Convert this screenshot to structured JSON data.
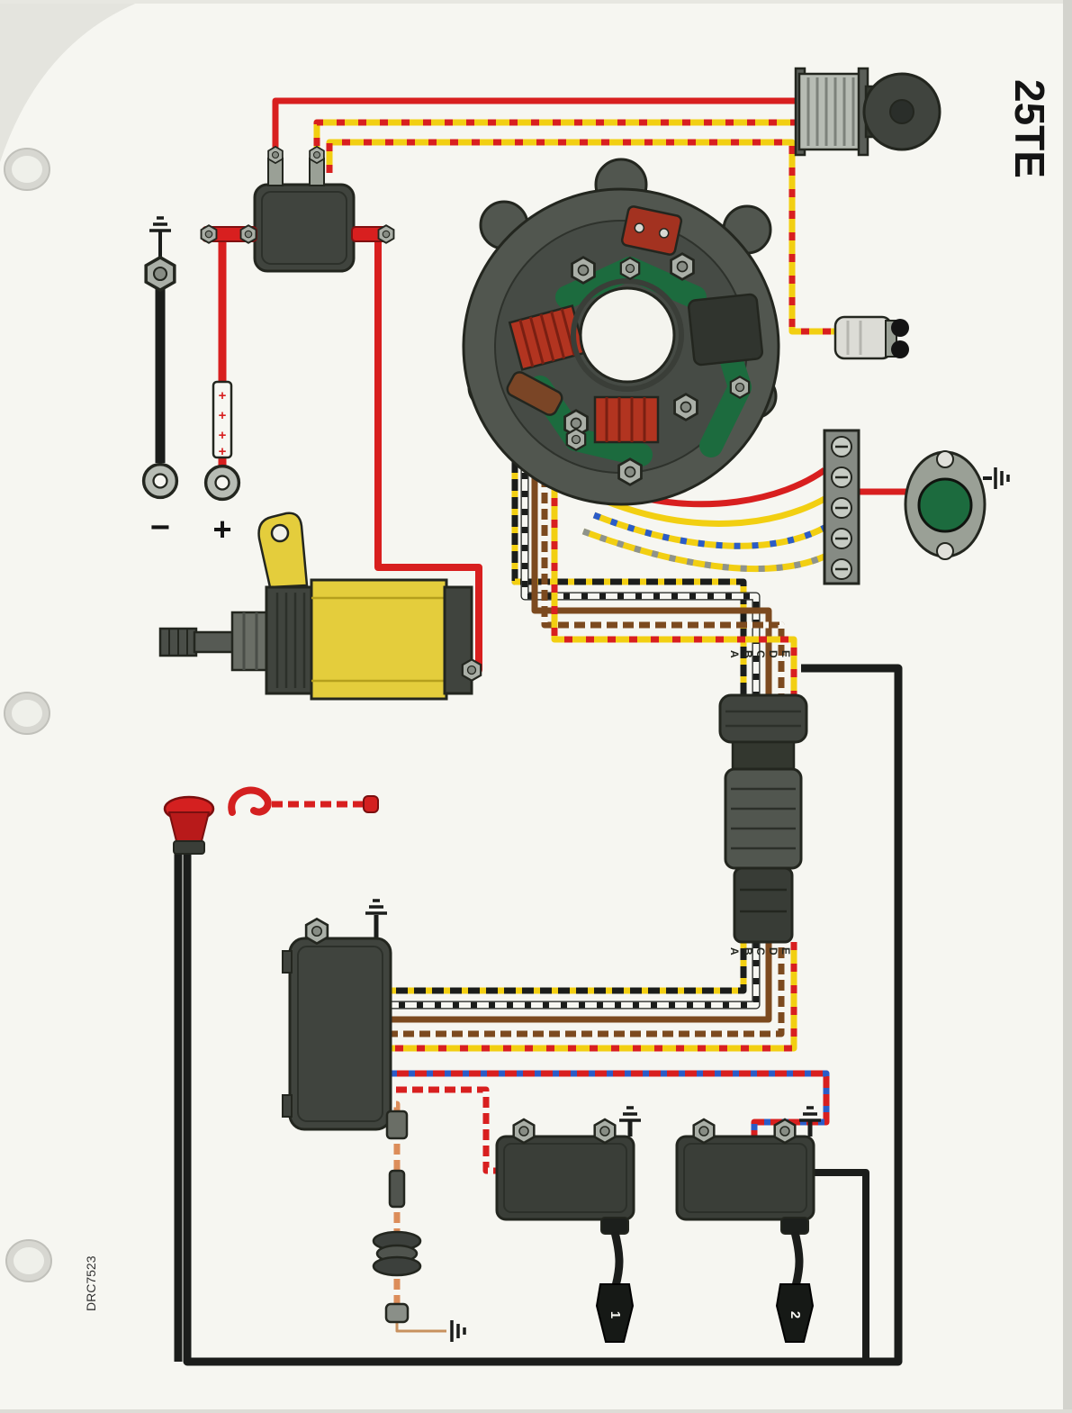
{
  "page": {
    "sheet_label": "25TE",
    "doc_number": "DRC7523"
  },
  "labels": {
    "battery_negative": "−",
    "battery_positive": "+",
    "cable_plus": "+",
    "pins_top": [
      "A",
      "B",
      "C",
      "D",
      "E"
    ],
    "pins_bottom": [
      "A",
      "B",
      "C",
      "D",
      "E"
    ],
    "coil_1": "1",
    "coil_2": "2"
  },
  "colors": {
    "red": "#d81f1f",
    "yellow": "#f2cf12",
    "black": "#1b1d1b",
    "brown": "#7c4a1f",
    "blue": "#2b5cc8",
    "white": "#f7f7f2",
    "gray": "#8e938c",
    "orange": "#dc8d5a",
    "green": "#1c6b3e",
    "metal": "#b7bcb4",
    "darkbody": "#40443e",
    "midbody": "#51564f",
    "starteryellow": "#e4cd3c",
    "coilred": "#b23420",
    "page": "#f6f6f1"
  },
  "components": [
    "starter-solenoid",
    "battery-ground-cable",
    "battery-positive-cable",
    "electric-starter-motor",
    "flywheel-ignition-plate",
    "fuel-primer-solenoid",
    "temperature-switch",
    "terminal-block",
    "rectifier",
    "main-harness-connector",
    "power-pack",
    "stop-lanyard-switch",
    "ignition-coil-1",
    "ignition-coil-2",
    "spark-plug-boot-1",
    "spark-plug-boot-2"
  ]
}
